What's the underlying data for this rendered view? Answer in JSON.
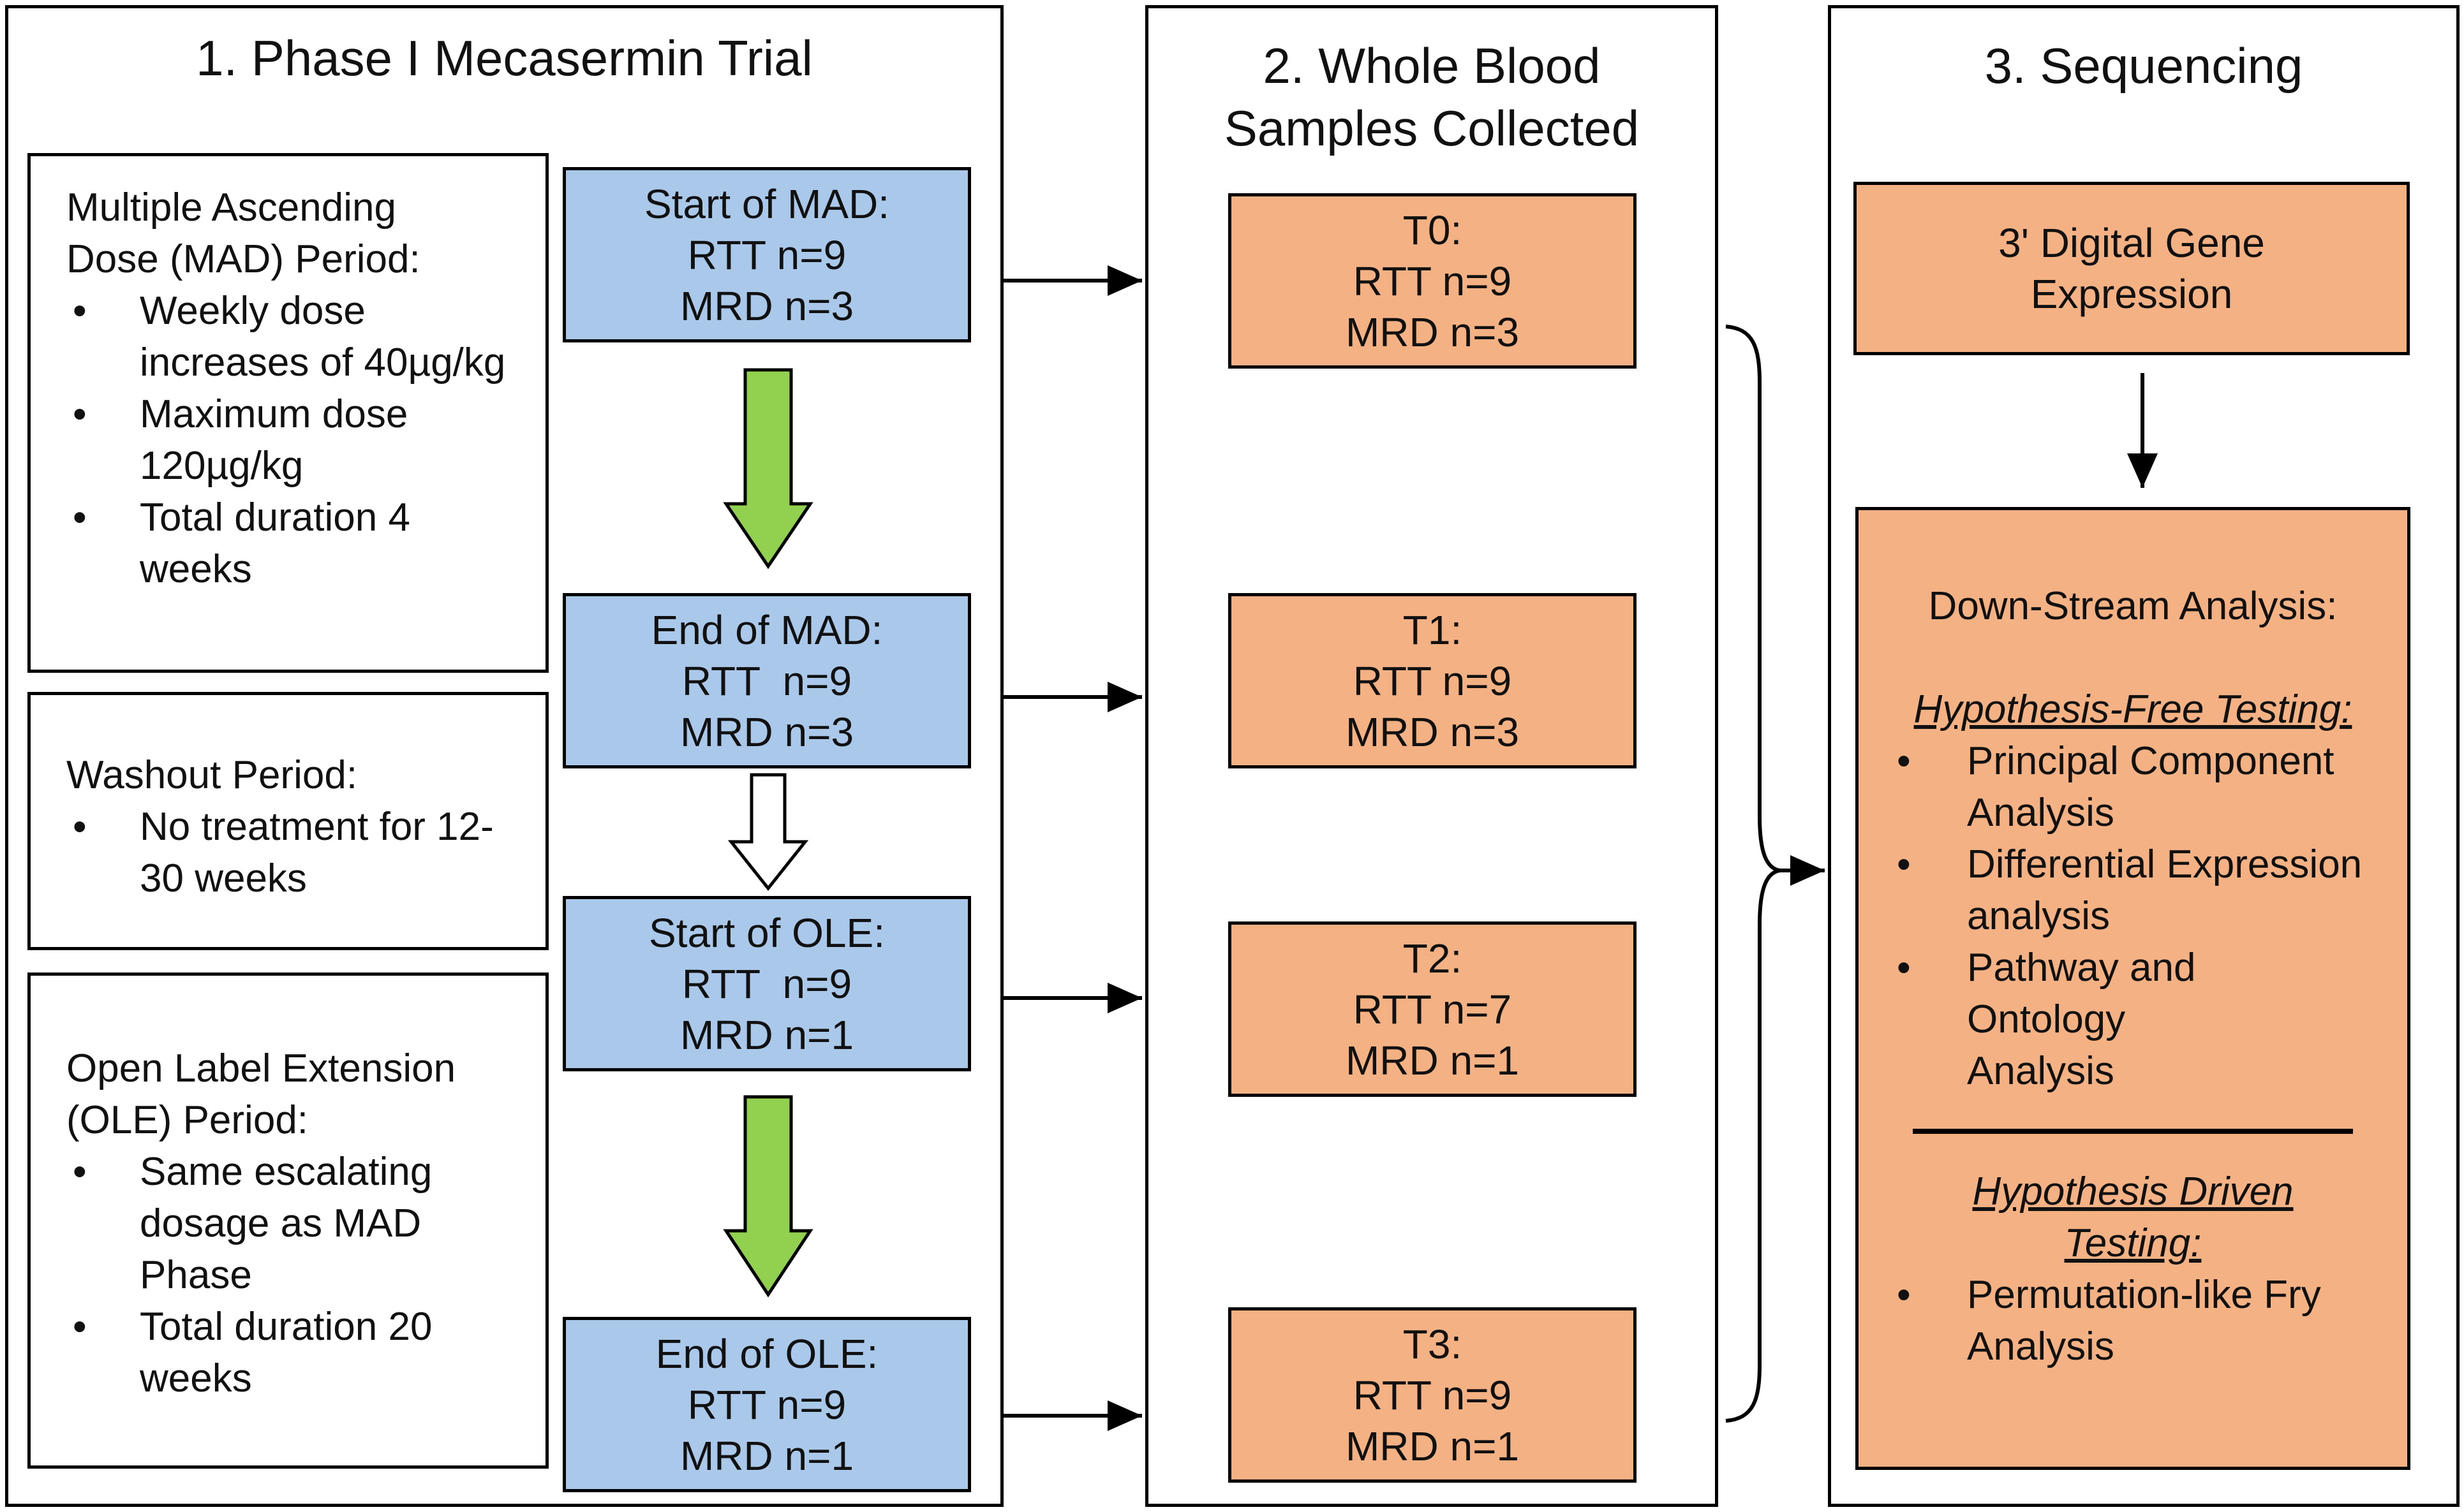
{
  "colors": {
    "blue_box": "#a9c8ea",
    "orange_box": "#f4b183",
    "green_arrow": "#92d050",
    "line": "#000000"
  },
  "panel1": {
    "title": "1. Phase I Mecasermin Trial",
    "mad_note": {
      "heading_line1": "Multiple Ascending",
      "heading_line2": "Dose (MAD) Period:",
      "bullets": [
        "Weekly dose increases of 40µg/kg",
        "Maximum dose 120µg/kg",
        "Total duration 4 weeks"
      ]
    },
    "washout_note": {
      "heading": "Washout Period:",
      "bullets": [
        "No treatment for 12-30 weeks"
      ]
    },
    "ole_note": {
      "heading_line1": "Open Label Extension",
      "heading_line2": "(OLE) Period:",
      "bullets": [
        "Same escalating dosage as MAD Phase",
        "Total duration 20 weeks"
      ]
    },
    "stages": [
      {
        "label": "Start of MAD:",
        "rtt": "RTT n=9",
        "mrd": "MRD n=3"
      },
      {
        "label": "End of MAD:",
        "rtt": "RTT  n=9",
        "mrd": "MRD n=3"
      },
      {
        "label": "Start of OLE:",
        "rtt": "RTT  n=9",
        "mrd": "MRD n=1"
      },
      {
        "label": "End of OLE:",
        "rtt": "RTT n=9",
        "mrd": "MRD n=1"
      }
    ]
  },
  "panel2": {
    "title_line1": "2. Whole Blood",
    "title_line2": "Samples Collected",
    "timepoints": [
      {
        "label": "T0:",
        "rtt": "RTT n=9",
        "mrd": "MRD n=3"
      },
      {
        "label": "T1:",
        "rtt": "RTT n=9",
        "mrd": "MRD n=3"
      },
      {
        "label": "T2:",
        "rtt": "RTT n=7",
        "mrd": "MRD n=1"
      },
      {
        "label": "T3:",
        "rtt": "RTT n=9",
        "mrd": "MRD n=1"
      }
    ]
  },
  "panel3": {
    "title": "3. Sequencing",
    "dge_line1": "3' Digital Gene",
    "dge_line2": "Expression",
    "analysis": {
      "heading": "Down-Stream Analysis:",
      "free_heading": "Hypothesis-Free Testing:",
      "free_bullets": [
        "Principal Component Analysis",
        "Differential Expression analysis",
        "Pathway and Ontology Analysis"
      ],
      "driven_heading_line1": "Hypothesis Driven",
      "driven_heading_line2": "Testing:",
      "driven_bullets": [
        "Permutation-like Fry Analysis"
      ]
    }
  }
}
